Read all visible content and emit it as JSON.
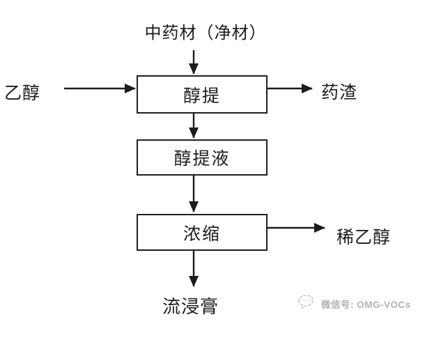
{
  "diagram": {
    "title": "中药材（净材）",
    "process_boxes": [
      {
        "id": "extraction",
        "label": "醇提"
      },
      {
        "id": "extract-liquid",
        "label": "醇提液"
      },
      {
        "id": "concentration",
        "label": "浓缩"
      }
    ],
    "side_labels": {
      "ethanol_in": "乙醇",
      "residue_out": "药渣",
      "dilute_ethanol_out": "稀乙醇",
      "fluid_extract_out": "流浸膏"
    },
    "flows": [
      "中药材（净材） -> 醇提",
      "乙醇 -> 醇提",
      "醇提 -> 药渣",
      "醇提 -> 醇提液",
      "醇提液 -> 浓缩",
      "浓缩 -> 稀乙醇",
      "浓缩 -> 流浸膏"
    ],
    "watermark": {
      "icon": "wechat-doodle-icon",
      "text": "微信号: OMG-VOCs"
    },
    "colors": {
      "line": "#1c1c1c",
      "text": "#1c1c1c",
      "box_border": "#1f1f1f",
      "watermark": "#b3b3b3",
      "background": "#ffffff"
    }
  }
}
